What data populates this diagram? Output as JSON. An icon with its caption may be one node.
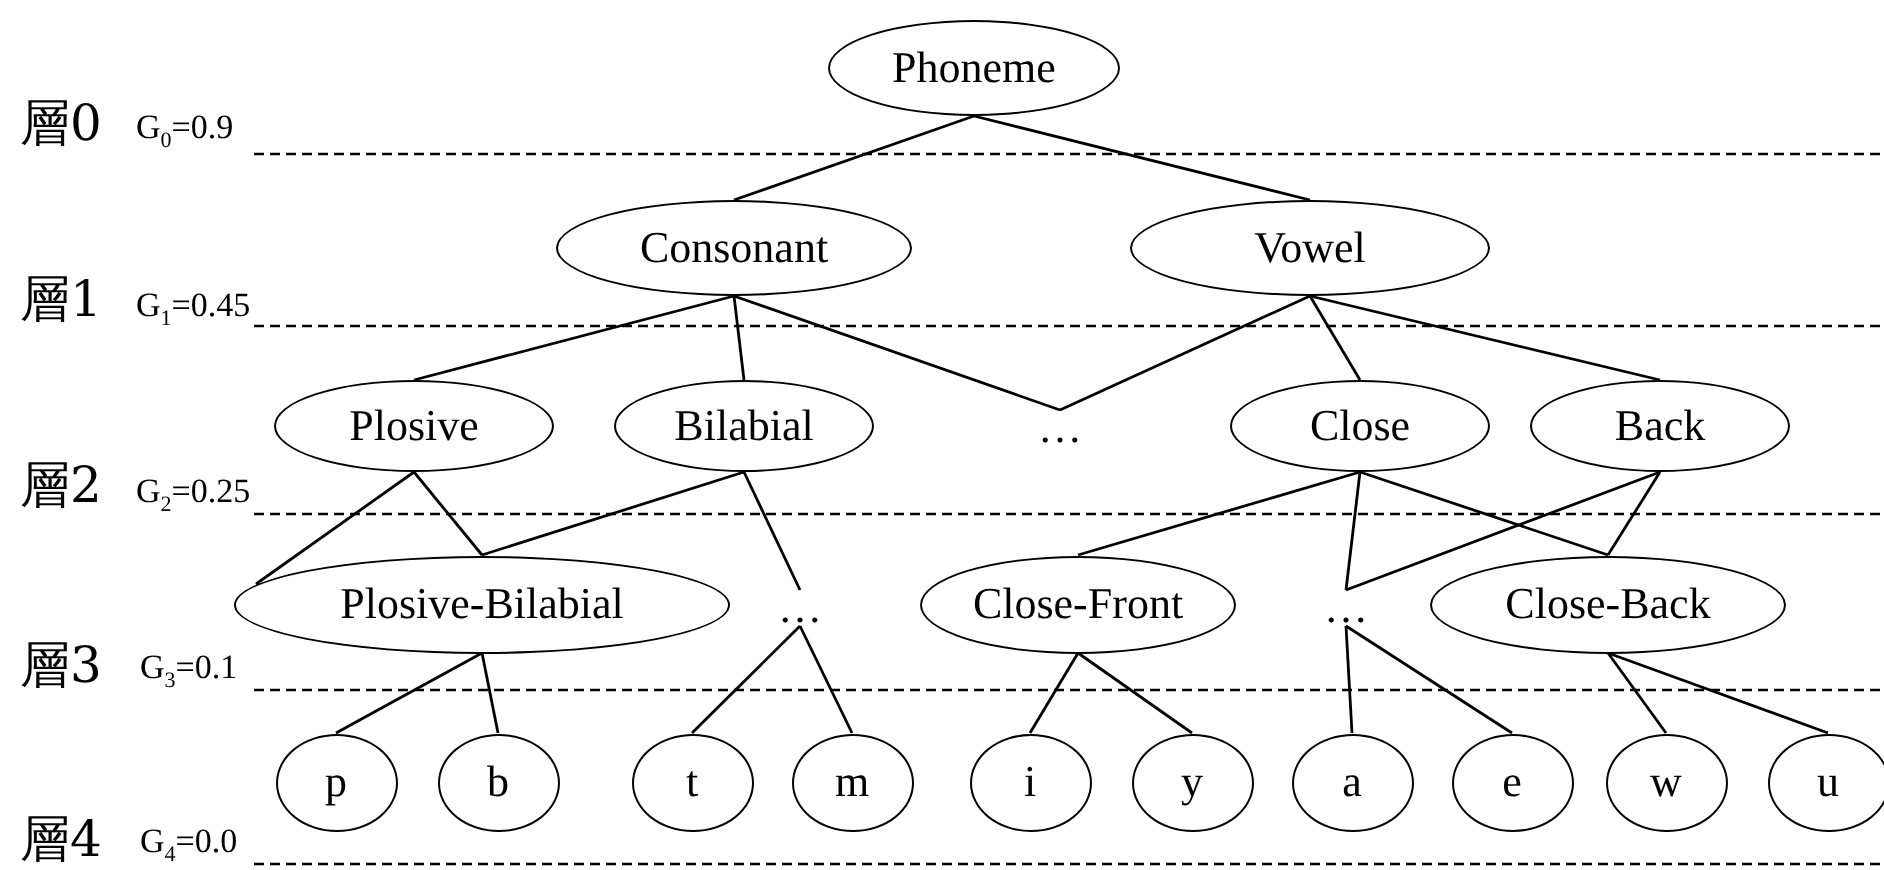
{
  "diagram": {
    "nodes": [
      {
        "text": [
          "Phoneme"
        ]
      },
      {
        "text": [
          "Consonant"
        ]
      },
      {
        "text": [
          "Vowel"
        ]
      },
      {
        "text": [
          "Plosive"
        ]
      },
      {
        "text": [
          "Bilabial"
        ]
      },
      {
        "text": [
          "…"
        ]
      },
      {
        "text": [
          "Close"
        ]
      },
      {
        "text": [
          "Back"
        ]
      },
      {
        "text": [
          "Plosive-Bilabial"
        ]
      },
      {
        "text": [
          "…"
        ]
      },
      {
        "text": [
          "Close-Front"
        ]
      },
      {
        "text": [
          "…"
        ]
      },
      {
        "text": [
          "Close-Back"
        ]
      },
      {
        "text": [
          "p"
        ]
      },
      {
        "text": [
          "b"
        ]
      },
      {
        "text": [
          "t"
        ]
      },
      {
        "text": [
          "m"
        ]
      },
      {
        "text": [
          "i"
        ]
      },
      {
        "text": [
          "y"
        ]
      },
      {
        "text": [
          "a"
        ]
      },
      {
        "text": [
          "e"
        ]
      },
      {
        "text": [
          "w"
        ]
      },
      {
        "text": [
          "u"
        ]
      }
    ],
    "edges": [
      {
        "from": 0,
        "to": 1,
        "arrow": "none"
      },
      {
        "from": 0,
        "to": 2,
        "arrow": "none"
      },
      {
        "from": 1,
        "to": 3,
        "arrow": "none"
      },
      {
        "from": 1,
        "to": 4,
        "arrow": "none"
      },
      {
        "from": 1,
        "to": 5,
        "arrow": "none"
      },
      {
        "from": 2,
        "to": 5,
        "arrow": "none"
      },
      {
        "from": 2,
        "to": 6,
        "arrow": "none"
      },
      {
        "from": 2,
        "to": 7,
        "arrow": "none"
      },
      {
        "from": 3,
        "to": 8,
        "arrow": "none"
      },
      {
        "from": 3,
        "to": 8,
        "arrow": "none"
      },
      {
        "from": 4,
        "to": 8,
        "arrow": "none"
      },
      {
        "from": 4,
        "to": 9,
        "arrow": "none"
      },
      {
        "from": 6,
        "to": 10,
        "arrow": "none"
      },
      {
        "from": 6,
        "to": 11,
        "arrow": "none"
      },
      {
        "from": 6,
        "to": 12,
        "arrow": "none"
      },
      {
        "from": 7,
        "to": 11,
        "arrow": "none"
      },
      {
        "from": 7,
        "to": 12,
        "arrow": "none"
      },
      {
        "from": 8,
        "to": 13,
        "arrow": "none"
      },
      {
        "from": 8,
        "to": 14,
        "arrow": "none"
      },
      {
        "from": 9,
        "to": 15,
        "arrow": "none"
      },
      {
        "from": 9,
        "to": 16,
        "arrow": "none"
      },
      {
        "from": 10,
        "to": 17,
        "arrow": "none"
      },
      {
        "from": 10,
        "to": 18,
        "arrow": "none"
      },
      {
        "from": 11,
        "to": 19,
        "arrow": "none"
      },
      {
        "from": 11,
        "to": 20,
        "arrow": "none"
      },
      {
        "from": 12,
        "to": 21,
        "arrow": "none"
      },
      {
        "from": 12,
        "to": 22,
        "arrow": "none"
      }
    ],
    "labels": [
      "層0",
      "G$_{0}$=0.9",
      "層1",
      "G$_{1}$=0.45",
      "層2",
      "G$_{2}$=0.25",
      "層3",
      "G$_{3}$=0.1",
      "層4",
      "G$_{4}$=0.0"
    ]
  }
}
